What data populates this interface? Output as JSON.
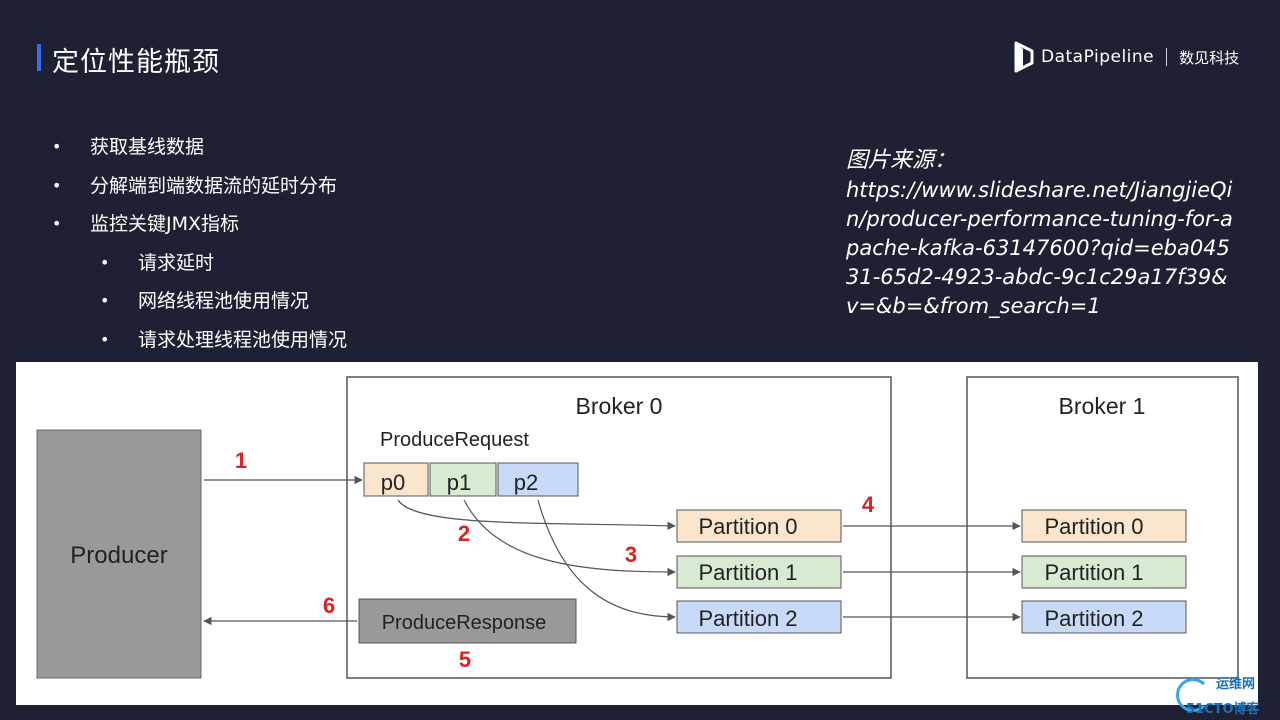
{
  "header": {
    "title": "定位性能瓶颈",
    "logo_name": "DataPipeline",
    "logo_cn": "数见科技"
  },
  "bullets": [
    {
      "text": "获取基线数据"
    },
    {
      "text": "分解端到端数据流的延时分布"
    },
    {
      "text": "监控关键JMX指标"
    }
  ],
  "sub_bullets": [
    {
      "text": "请求延时"
    },
    {
      "text": "网络线程池使用情况"
    },
    {
      "text": "请求处理线程池使用情况"
    }
  ],
  "bullet_glyph": "•",
  "source": {
    "label": "图片来源：",
    "url": "https://www.slideshare.net/JiangjieQin/producer-performance-tuning-for-apache-kafka-63147600?qid=eba04531-65d2-4923-abdc-9c1c29a17f39&v=&b=&from_search=1"
  },
  "diagram": {
    "producer_label": "Producer",
    "broker0_label": "Broker 0",
    "broker1_label": "Broker 1",
    "request_label": "ProduceRequest",
    "response_label": "ProduceResponse",
    "p0": "p0",
    "p1": "p1",
    "p2": "p2",
    "b0_partition0": "Partition 0",
    "b0_partition1": "Partition 1",
    "b0_partition2": "Partition 2",
    "b1_partition0": "Partition 0",
    "b1_partition1": "Partition 1",
    "b1_partition2": "Partition 2",
    "step1": "1",
    "step2": "2",
    "step3": "3",
    "step4": "4",
    "step5": "5",
    "step6": "6",
    "colors": {
      "p0_fill": "#fce5cd",
      "p1_fill": "#d9ead3",
      "p2_fill": "#c9daf8",
      "producer_fill": "#999999",
      "response_fill": "#999999",
      "step_color": "#e02020"
    }
  },
  "watermark": {
    "text": "运维网",
    "sub": "51CTO博客"
  }
}
